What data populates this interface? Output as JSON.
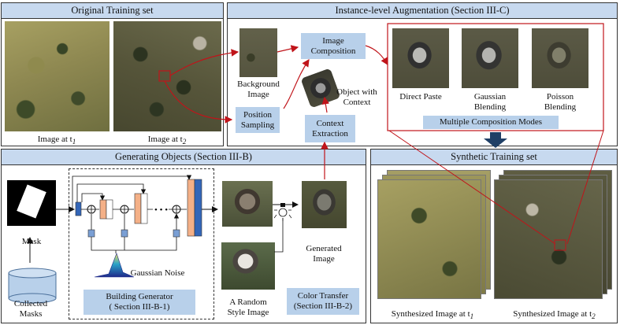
{
  "panels": {
    "original": "Original Training set",
    "augmentation": "Instance-level Augmentation (Section III-C)",
    "generating": "Generating Objects (Section III-B)",
    "synthetic": "Synthetic Training set"
  },
  "original": {
    "image_t1": "Image at t",
    "image_t1_sub": "1",
    "image_t2": "Image at t",
    "image_t2_sub": "2"
  },
  "augmentation": {
    "background_image": "Background Image",
    "image_composition": "Image Composition",
    "object_with_context": "Object with Context",
    "position_sampling": "Position Sampling",
    "context_extraction": "Context Extraction",
    "direct_paste": "Direct Paste",
    "gaussian_blending": "Gaussian Blending",
    "poisson_blending": "Poisson Blending",
    "multiple_modes": "Multiple Composition Modes"
  },
  "generating": {
    "mask": "Mask",
    "collected_masks": "Collected Masks",
    "gaussian_noise": "Gaussian Noise",
    "building_generator": "Building Generator",
    "building_generator_sub": "( Section III-B-1)",
    "random_style_image": "A Random Style Image",
    "generated_image": "Generated Image",
    "color_transfer": "Color Transfer",
    "color_transfer_sub": "(Section III-B-2)"
  },
  "synthetic": {
    "synth_t1": "Synthesized Image at t",
    "synth_t1_sub": "1",
    "synth_t2": "Synthesized Image at t",
    "synth_t2_sub": "2"
  },
  "colors": {
    "panel_header": "#c7d9ef",
    "box_fill": "#b8d0ea",
    "arrow_red": "#c0141a",
    "arrow_dark": "#1f3f66",
    "feature_orange": "#f4b087",
    "feature_blue": "#3366b8"
  }
}
